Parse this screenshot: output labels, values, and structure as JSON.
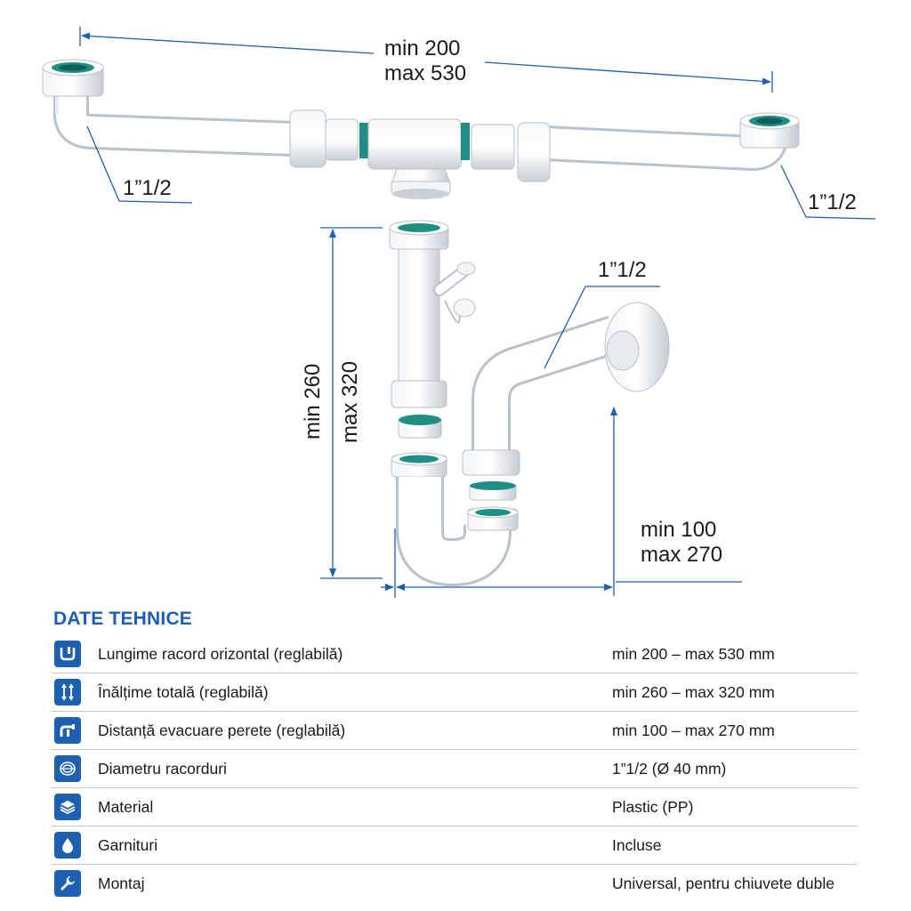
{
  "diagram": {
    "horizontal": {
      "min": "min 200",
      "max": "max 530"
    },
    "thread_left": "1”1/2",
    "thread_right": "1”1/2",
    "thread_outlet": "1”1/2",
    "height": {
      "min": "min 260",
      "max": "max 320"
    },
    "wall": {
      "min": "min 100",
      "max": "max 270"
    },
    "colors": {
      "dimension": "#1d5fb0",
      "pipe": "#ffffff",
      "gasket": "#1f8f86"
    }
  },
  "specs": {
    "title": "DATE TEHNICE",
    "rows": [
      {
        "icon": "horizontal-length-icon",
        "label": "Lungime racord orizontal (reglabilă)",
        "value": "min 200 – max 530 mm"
      },
      {
        "icon": "height-icon",
        "label": "Înălțime totală (reglabilă)",
        "value": "min 260 – max 320 mm"
      },
      {
        "icon": "wall-distance-icon",
        "label": "Distanță evacuare perete (reglabilă)",
        "value": "min 100 – max 270 mm"
      },
      {
        "icon": "diameter-icon",
        "label": "Diametru racorduri",
        "value": "1”1/2 (Ø 40 mm)"
      },
      {
        "icon": "layers-icon",
        "label": "Material",
        "value": "Plastic (PP)"
      },
      {
        "icon": "drop-icon",
        "label": "Garnituri",
        "value": "Incluse"
      },
      {
        "icon": "wrench-icon",
        "label": "Montaj",
        "value": "Universal, pentru chiuvete duble"
      }
    ]
  }
}
